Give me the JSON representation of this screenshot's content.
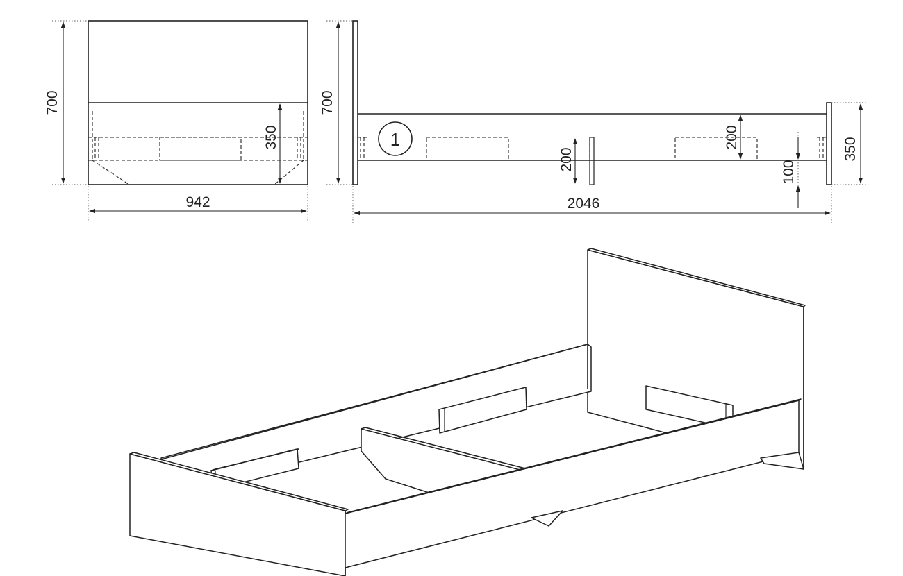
{
  "front_view": {
    "height_label": "700",
    "inner_height_label": "350",
    "width_label": "942"
  },
  "side_view": {
    "headboard_height_label": "700",
    "rail_height_label": "200",
    "support_height_label": "200",
    "leg_height_label": "100",
    "footboard_height_label": "350",
    "length_label": "2046",
    "part_number": "1"
  }
}
